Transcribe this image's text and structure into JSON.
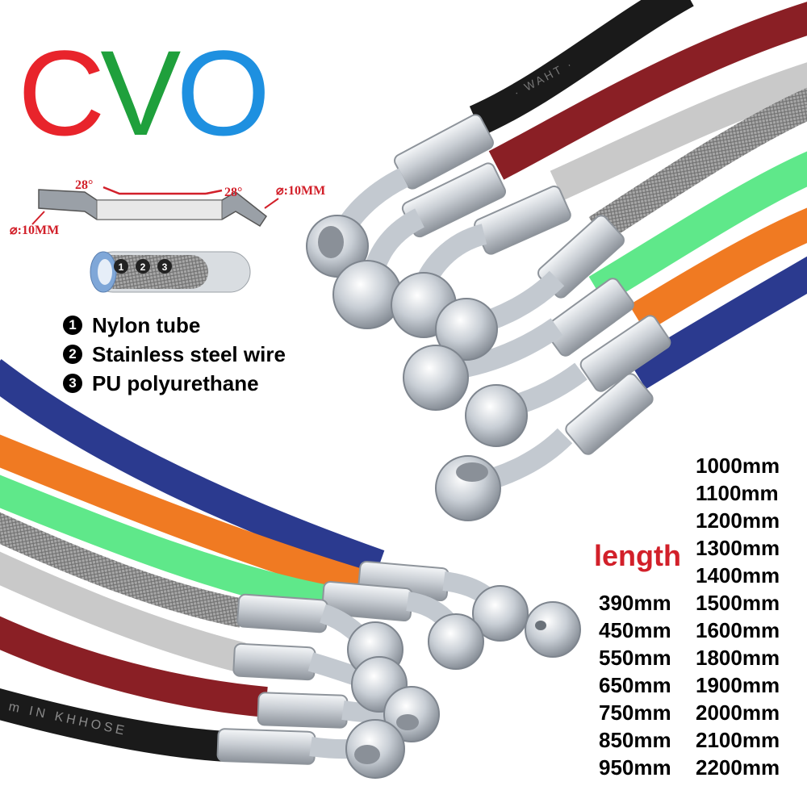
{
  "logo": {
    "letters": [
      "C",
      "V",
      "O"
    ],
    "colors": [
      "#e8242b",
      "#1fa03c",
      "#1e90e0"
    ]
  },
  "diagram": {
    "angle_left": "28°",
    "angle_right": "28°",
    "diameter_left": "⌀:10MM",
    "diameter_right": "⌀:10MM",
    "tube_layers": [
      "1",
      "2",
      "3"
    ]
  },
  "layers": [
    {
      "num": "1",
      "label": "Nylon tube"
    },
    {
      "num": "2",
      "label": "Stainless steel wire"
    },
    {
      "num": "3",
      "label": "PU polyurethane"
    }
  ],
  "lengths": {
    "title": "length",
    "left_column": [
      "390mm",
      "450mm",
      "550mm",
      "650mm",
      "750mm",
      "850mm",
      "950mm"
    ],
    "right_column": [
      "1000mm",
      "1100mm",
      "1200mm",
      "1300mm",
      "1400mm",
      "1500mm",
      "1600mm",
      "1800mm",
      "1900mm",
      "2000mm",
      "2100mm",
      "2200mm"
    ]
  },
  "hose_colors": {
    "black": "#1a1a1a",
    "red": "#8a1f25",
    "grey": "#c9c9c9",
    "braided": "#9a9a9a",
    "green": "#5fe88a",
    "orange": "#f07a22",
    "blue": "#2b3a8f",
    "fitting": "#d8dde3"
  },
  "hose_print": {
    "upper_black": "· WAHT ·",
    "lower_black": "m  IN  KHHOSE"
  }
}
